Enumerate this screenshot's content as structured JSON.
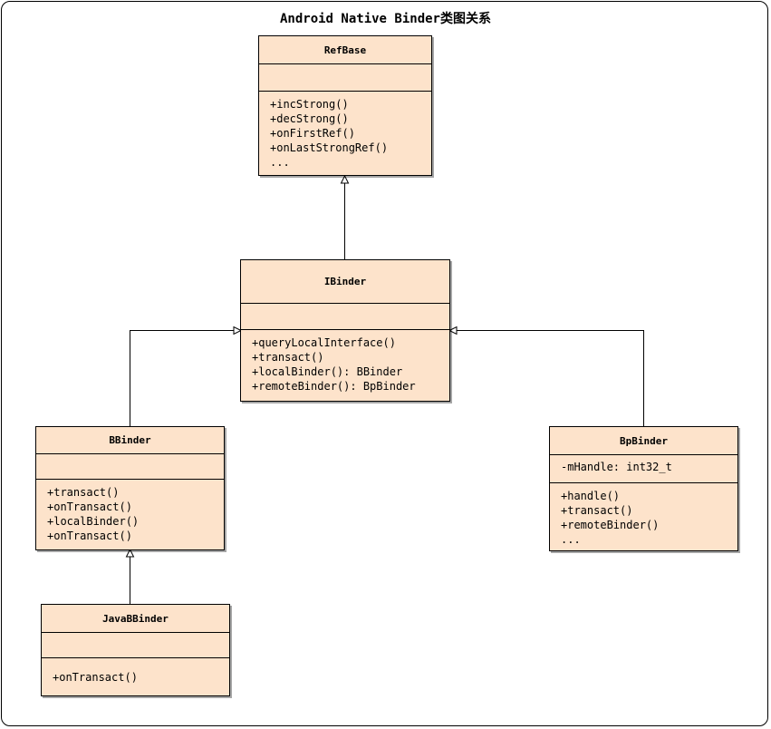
{
  "title": "Android Native Binder类图关系",
  "classes": {
    "refbase": {
      "name": "RefBase",
      "attributes": [],
      "operations": [
        "+incStrong()",
        "+decStrong()",
        "+onFirstRef()",
        "+onLastStrongRef()",
        "..."
      ]
    },
    "ibinder": {
      "name": "IBinder",
      "attributes": [],
      "operations": [
        "+queryLocalInterface()",
        "+transact()",
        "+localBinder(): BBinder",
        "+remoteBinder(): BpBinder"
      ]
    },
    "bbinder": {
      "name": "BBinder",
      "attributes": [],
      "operations": [
        "+transact()",
        "+onTransact()",
        "+localBinder()",
        "+onTransact()"
      ]
    },
    "bpbinder": {
      "name": "BpBinder",
      "attributes": [
        "-mHandle: int32_t"
      ],
      "operations": [
        "+handle()",
        "+transact()",
        "+remoteBinder()",
        "..."
      ]
    },
    "javabbinder": {
      "name": "JavaBBinder",
      "attributes": [],
      "operations": [
        "+onTransact()"
      ]
    }
  },
  "relations": [
    {
      "from": "IBinder",
      "to": "RefBase",
      "type": "generalization"
    },
    {
      "from": "BBinder",
      "to": "IBinder",
      "type": "generalization"
    },
    {
      "from": "BpBinder",
      "to": "IBinder",
      "type": "generalization"
    },
    {
      "from": "JavaBBinder",
      "to": "BBinder",
      "type": "generalization"
    }
  ],
  "colors": {
    "class_fill": "#fde3cb",
    "stroke": "#000000"
  }
}
